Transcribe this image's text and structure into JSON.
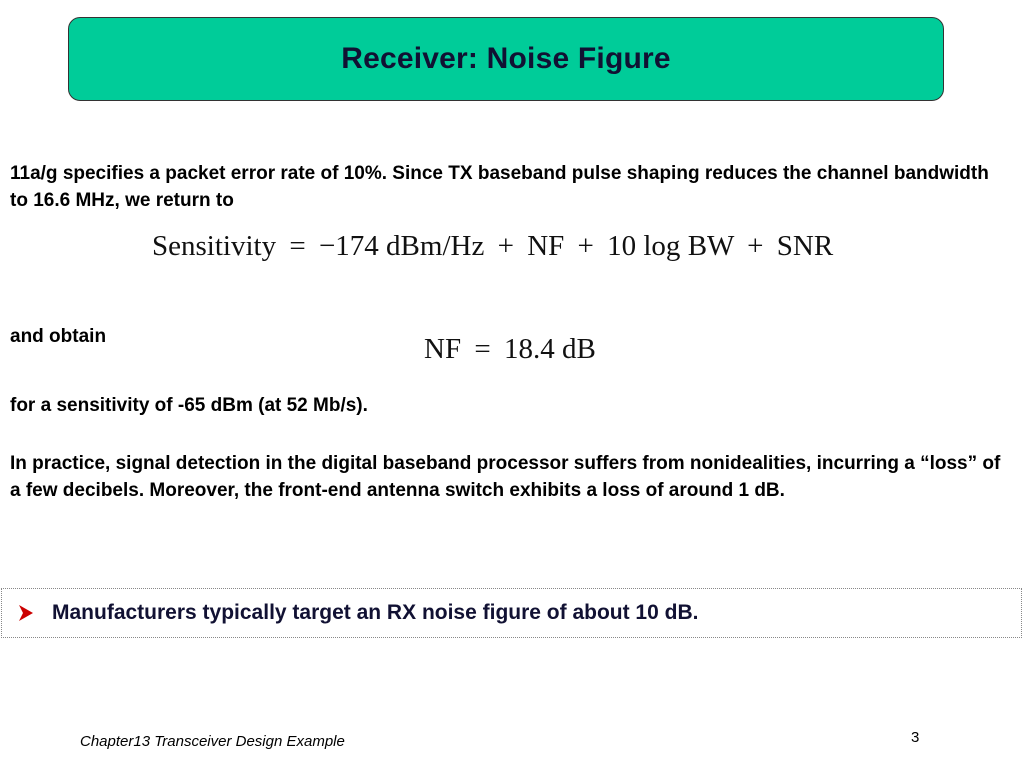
{
  "slide": {
    "title": "Receiver: Noise Figure",
    "para1": "11a/g specifies a packet error rate of 10%. Since TX baseband pulse shaping reduces the channel bandwidth to 16.6 MHz, we return to",
    "equation1": {
      "lhs": "Sensitivity",
      "eq": "=",
      "minus": "−",
      "t1": "174 dBm/Hz",
      "plus1": "+",
      "t2": "NF",
      "plus2": "+",
      "t3": "10",
      "log": "log",
      "t4": "BW",
      "plus3": "+",
      "t5": "SNR"
    },
    "para2": "and obtain",
    "equation2": {
      "lhs": "NF",
      "eq": "=",
      "rhs": "18.4 dB"
    },
    "para3": "for a sensitivity of -65 dBm (at 52 Mb/s).",
    "para4": "In practice, signal detection in the digital baseband processor suffers from nonidealities, incurring a “loss” of a few decibels. Moreover, the front-end antenna switch exhibits a loss of around 1 dB.",
    "callout": "Manufacturers typically target an RX noise figure of about 10 dB.",
    "footer": "Chapter13 Transceiver Design Example",
    "page_number": "3"
  },
  "colors": {
    "title_bg": "#00cc99",
    "bullet": "#cc0000"
  },
  "icons": {
    "bullet": "arrowhead-bullet-icon"
  }
}
